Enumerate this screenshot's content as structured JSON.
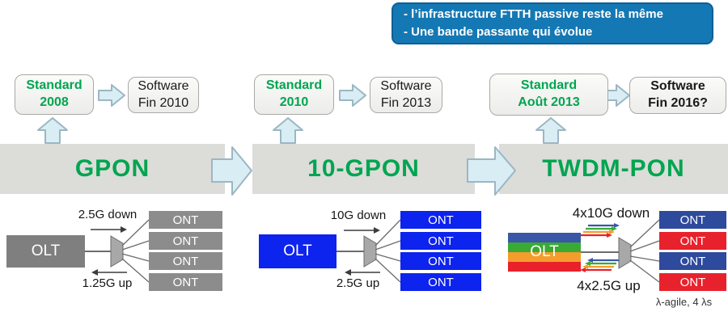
{
  "info_box": {
    "line1": "- l’infrastructure FTTH passive reste la même",
    "line2": "- Une bande passante qui évolue"
  },
  "generations": [
    {
      "banner": "GPON",
      "standard_line1": "Standard",
      "standard_line2": "2008",
      "software_line1": "Software",
      "software_line2": "Fin 2010",
      "diagram": {
        "olt": "OLT",
        "down_label": "2.5G down",
        "up_label": "1.25G up",
        "onts": [
          "ONT",
          "ONT",
          "ONT",
          "ONT"
        ]
      }
    },
    {
      "banner": "10-GPON",
      "standard_line1": "Standard",
      "standard_line2": "2010",
      "software_line1": "Software",
      "software_line2": "Fin 2013",
      "diagram": {
        "olt": "OLT",
        "down_label": "10G down",
        "up_label": "2.5G up",
        "onts": [
          "ONT",
          "ONT",
          "ONT",
          "ONT"
        ]
      }
    },
    {
      "banner": "TWDM-PON",
      "standard_line1": "Standard",
      "standard_line2": "Août 2013",
      "software_line1": "Software",
      "software_line2": "Fin 2016?",
      "diagram": {
        "olt": "OLT",
        "down_label": "4x10G down",
        "up_label": "4x2.5G up",
        "onts": [
          "ONT",
          "ONT",
          "ONT",
          "ONT"
        ],
        "note": "λ-agile, 4 λs"
      }
    }
  ],
  "colors": {
    "info_box_blue": "#1478b4",
    "green": "#00a550",
    "banner_gray": "#dcdcd9",
    "block_arrow_fill": "#d8eef4",
    "gray_box": "#7f7f7f",
    "bright_blue": "#0d23ee",
    "navy_blue": "#2e4a9d",
    "red": "#e8222c",
    "stripe_blue": "#3a57a7",
    "stripe_green": "#3aaa35",
    "stripe_orange": "#f49d2c",
    "stripe_red": "#e8212b"
  }
}
